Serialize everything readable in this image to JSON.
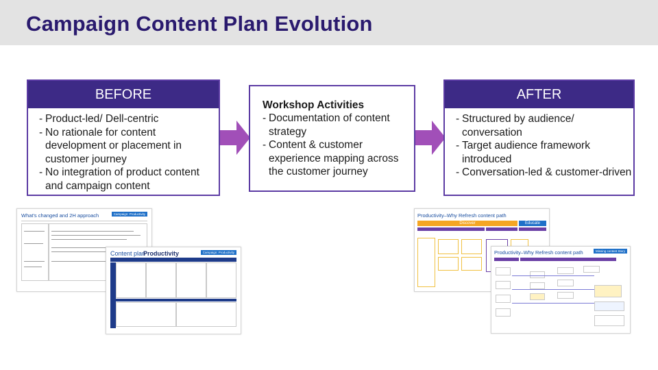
{
  "title": "Campaign Content Plan Evolution",
  "before": {
    "heading": "BEFORE",
    "items": [
      "Product-led/ Dell-centric",
      "No rationale for content development or placement in customer journey",
      "No integration of product content and campaign content"
    ]
  },
  "workshop": {
    "heading": "Workshop Activities",
    "items": [
      "Documentation of content strategy",
      "Content & customer experience mapping across the customer journey"
    ]
  },
  "after": {
    "heading": "AFTER",
    "items": [
      "Structured by audience/ conversation",
      "Target audience framework introduced",
      "Conversation-led & customer-driven"
    ]
  },
  "thumbnails": {
    "t1_title": "What's changed and 2H approach",
    "t1_tag": "Campaign: Productivity",
    "t2_title_a": "Content plan",
    "t2_title_b": "Productivity",
    "t2_tag": "Campaign: Productivity",
    "t3_title": "Productivity–Why Refresh content path",
    "t3_discover": "Discover",
    "t3_educate": "Educate",
    "t4_title": "Productivity–Why Refresh content path",
    "t4_tag": "Missing content Story"
  },
  "colors": {
    "title": "#2a1a6e",
    "panel_header": "#3d2a86",
    "panel_border": "#5b3aa3",
    "arrow": "#a14fb8",
    "titlebar": "#e3e3e3"
  }
}
